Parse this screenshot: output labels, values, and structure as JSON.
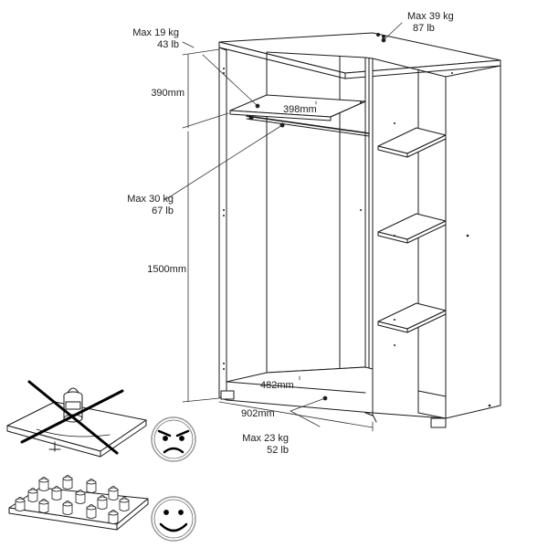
{
  "annotations": {
    "top_load_kg": "Max 39 kg",
    "top_load_lb": "87 lb",
    "upper_shelf_load_kg": "Max 19 kg",
    "upper_shelf_load_lb": "43 lb",
    "upper_shelf_height": "390mm",
    "shelf_depth": "398mm",
    "rail_load_kg": "Max 30 kg",
    "rail_load_lb": "67 lb",
    "cabinet_height": "1500mm",
    "inner_depth": "482mm",
    "width": "902mm",
    "bottom_load_kg": "Max 23 kg",
    "bottom_load_lb": "52 lb"
  },
  "icons": {
    "bad_load": "single-concentrated-weight-crossed-icon",
    "bad_face": "angry-face-icon",
    "good_load": "distributed-weights-icon",
    "good_face": "smiling-face-icon"
  },
  "colors": {
    "line": "#1a1a1a",
    "fill": "#ffffff",
    "dimension": "#333333"
  }
}
